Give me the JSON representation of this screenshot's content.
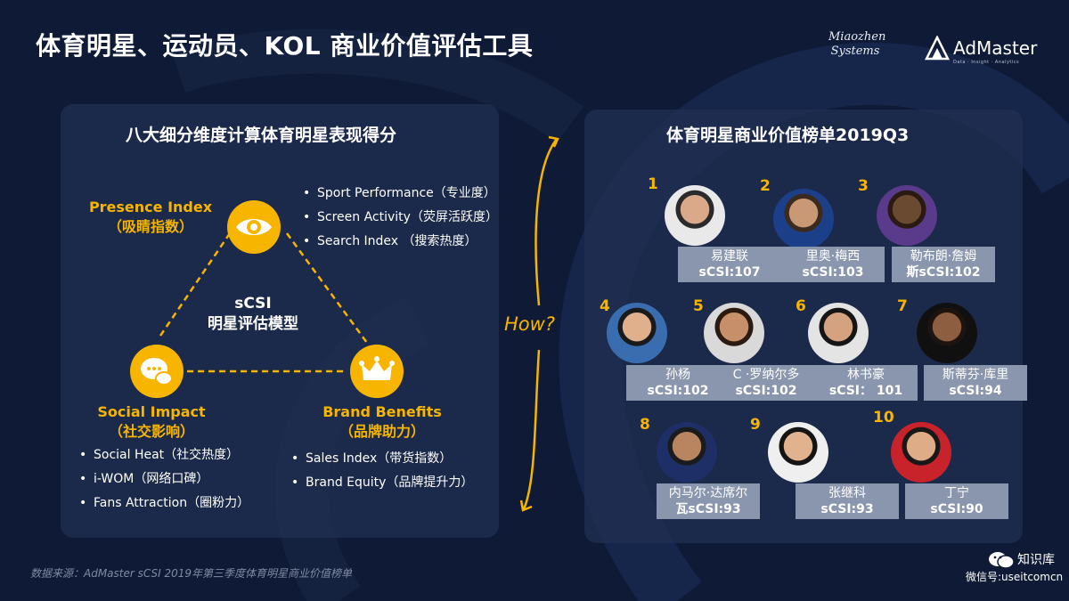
{
  "title": "体育明星、运动员、KOL 商业价值评估工具",
  "logos": {
    "miaozhen_line1": "Miaozhen",
    "miaozhen_line2": "Systems",
    "admaster_name": "AdMaster",
    "admaster_tagline": "Data · Insight · Analytics"
  },
  "left_panel": {
    "heading": "八大细分维度计算体育明星表现得分",
    "center_line1": "sCSI",
    "center_line2": "明星评估模型",
    "presence": {
      "title": "Presence Index",
      "subtitle": "（吸睛指数）",
      "bullets": [
        "Sport Performance（专业度）",
        "Screen Activity（荧屏活跃度）",
        "Search Index （搜索热度）"
      ]
    },
    "social": {
      "title": "Social Impact",
      "subtitle": "（社交影响）",
      "bullets": [
        "Social Heat（社交热度）",
        "i-WOM（网络口碑）",
        "Fans Attraction（圈粉力）"
      ]
    },
    "brand": {
      "title": "Brand Benefits",
      "subtitle": "（品牌助力）",
      "bullets": [
        "Sales Index（带货指数）",
        "Brand Equity（品牌提升力）"
      ]
    }
  },
  "how_label": "How?",
  "right_panel": {
    "heading": "体育明星商业价值榜单2019Q3",
    "ranking": [
      {
        "rank": "1",
        "name": "易建联",
        "score": "sCSI:107"
      },
      {
        "rank": "2",
        "name": "里奥·梅西",
        "score": "sCSI:103"
      },
      {
        "rank": "3",
        "name": "勒布朗·詹姆",
        "score": "斯sCSI:102"
      },
      {
        "rank": "4",
        "name": "孙杨",
        "score": "sCSI:102"
      },
      {
        "rank": "5",
        "name": "C ·罗纳尔多",
        "score": "sCSI:102"
      },
      {
        "rank": "6",
        "name": "林书豪",
        "score": "sCSI： 101"
      },
      {
        "rank": "7",
        "name": "斯蒂芬·库里",
        "score": "sCSI:94"
      },
      {
        "rank": "8",
        "name": "内马尔·达席尔",
        "score": "瓦sCSI:93"
      },
      {
        "rank": "9",
        "name": "张继科",
        "score": "sCSI:93"
      },
      {
        "rank": "10",
        "name": "丁宁",
        "score": "sCSI:90"
      }
    ]
  },
  "source": "数据来源：AdMaster sCSI  2019年第三季度体育明星商业价值榜单",
  "wechat": {
    "label1": "知识库",
    "label2": "微信号:useitcomcn"
  },
  "colors": {
    "background": "#0f1b36",
    "panel": "#202f52",
    "accent": "#f7b500",
    "card": "#8a96ad"
  },
  "icons": [
    "eye-icon",
    "chat-bubbles-icon",
    "crown-icon",
    "wechat-icon"
  ]
}
